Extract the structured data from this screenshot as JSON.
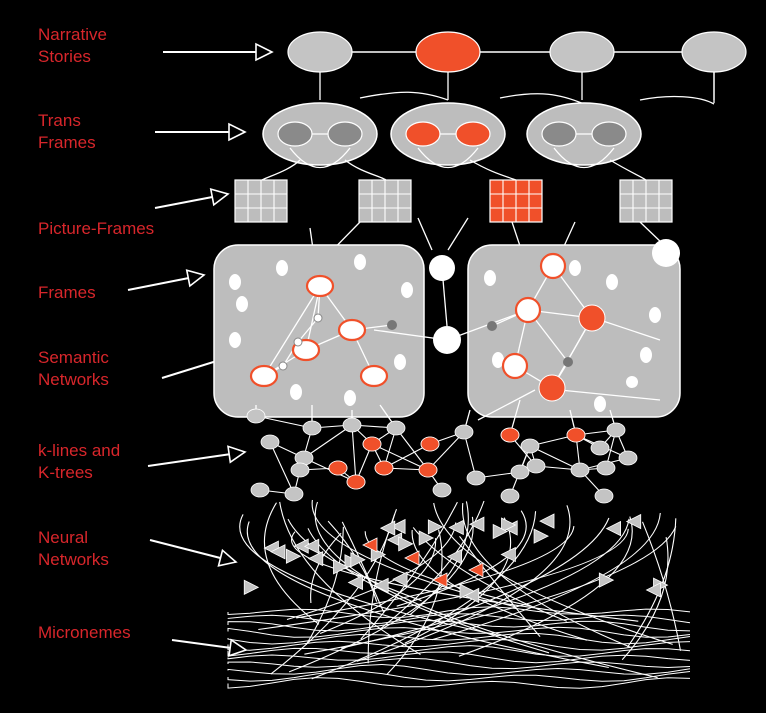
{
  "labels": {
    "narrative": "Narrative\nStories",
    "trans": "Trans\nFrames",
    "picture": "Picture-Frames",
    "frames": "Frames",
    "semantic": "Semantic\nNetworks",
    "klines": "k-lines and\nK-trees",
    "neural": "Neural\nNetworks",
    "micronemes": "Micronemes"
  },
  "colors": {
    "background": "#000000",
    "label": "#d8262b",
    "node_gray": "#c4c4c4",
    "node_dark": "#8a8a8a",
    "accent": "#f0502a",
    "panel": "#bdbdbd",
    "line": "#ffffff"
  }
}
